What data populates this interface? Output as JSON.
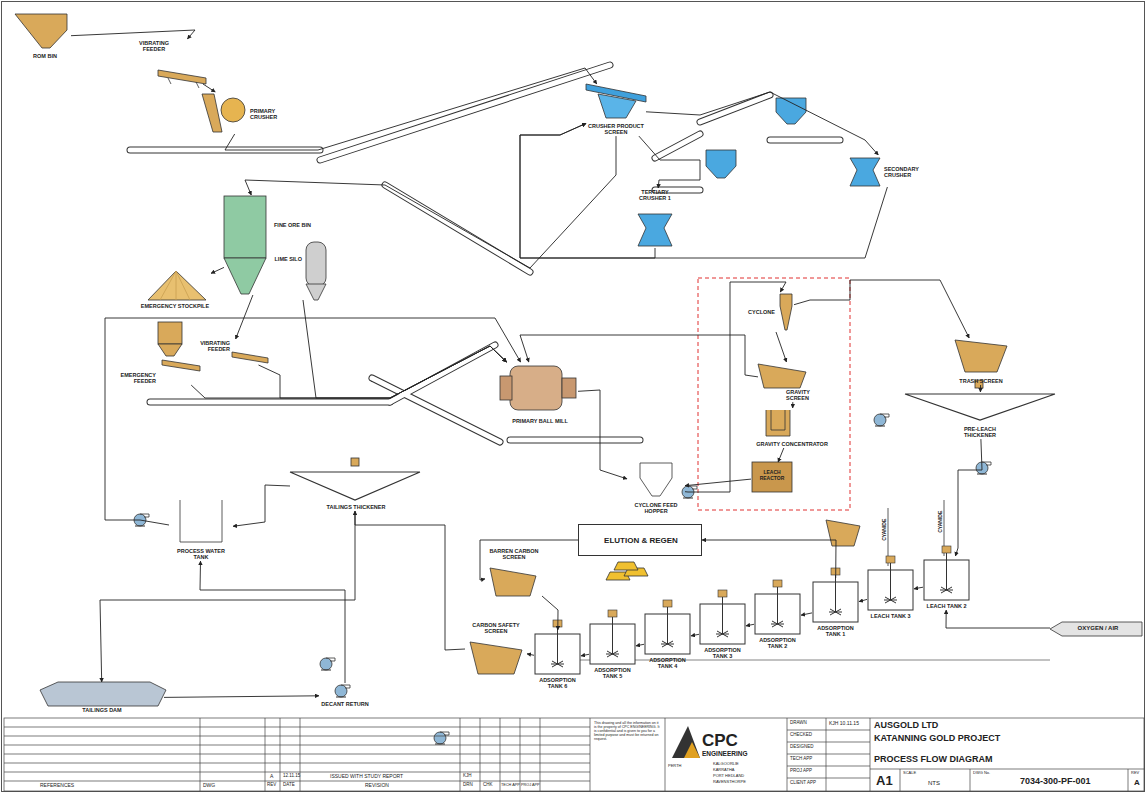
{
  "diagram": {
    "nodes": [
      {
        "text": [
          "ROM BIN"
        ]
      },
      {
        "text": [
          "VIBRATING FEEDER"
        ]
      },
      {
        "text": [
          "PRIMARY CRUSHER"
        ]
      },
      {
        "text": [
          "CRUSHER PRODUCT SCREEN"
        ]
      },
      {
        "text": [
          "SECONDARY CRUSHER"
        ]
      },
      {
        "text": [
          "TERTIARY CRUSHER 1"
        ]
      },
      {
        "text": [
          "FINE ORE BIN"
        ]
      },
      {
        "text": [
          "EMERGENCY STOCKPILE"
        ]
      },
      {
        "text": [
          "LIME SILO"
        ]
      },
      {
        "text": [
          "EMERGENCY FEEDER"
        ]
      },
      {
        "text": [
          "VIBRATING FEEDER"
        ]
      },
      {
        "text": [
          "PRIMARY BALL MILL"
        ]
      },
      {
        "text": [
          "CYCLONE FEED HOPPER"
        ]
      },
      {
        "text": [
          "CYCLONE"
        ]
      },
      {
        "text": [
          "GRAVITY SCREEN"
        ]
      },
      {
        "text": [
          "GRAVITY CONCENTRATOR"
        ]
      },
      {
        "text": [
          "LEACH REACTOR"
        ]
      },
      {
        "text": [
          "TRASH SCREEN"
        ]
      },
      {
        "text": [
          "PRE-LEACH THICKENER"
        ]
      },
      {
        "text": [
          "PROCESS WATER TANK"
        ]
      },
      {
        "text": [
          "TAILINGS THICKENER"
        ]
      },
      {
        "text": [
          "TAILINGS DAM"
        ]
      },
      {
        "text": [
          "DECANT RETURN"
        ]
      },
      {
        "text": [
          "ELUTION & REGEN"
        ]
      },
      {
        "text": [
          "BARREN CARBON SCREEN"
        ]
      },
      {
        "text": [
          "CARBON SAFETY SCREEN"
        ]
      },
      {
        "text": [
          "ADSORPTION TANK 6"
        ]
      },
      {
        "text": [
          "ADSORPTION TANK 5"
        ]
      },
      {
        "text": [
          "ADSORPTION TANK 4"
        ]
      },
      {
        "text": [
          "ADSORPTION TANK 3"
        ]
      },
      {
        "text": [
          "ADSORPTION TANK 2"
        ]
      },
      {
        "text": [
          "ADSORPTION TANK 1"
        ]
      },
      {
        "text": [
          "LEACH TANK 3"
        ]
      },
      {
        "text": [
          "LEACH TANK 2"
        ]
      },
      {
        "text": [
          "OXYGEN / AIR"
        ]
      }
    ],
    "edges": [
      {
        "from": 0,
        "to": 1,
        "arrow": "to"
      },
      {
        "from": 1,
        "to": 2,
        "arrow": "to"
      },
      {
        "from": 2,
        "to": 3,
        "arrow": "to"
      },
      {
        "from": 3,
        "to": 4,
        "arrow": "to"
      },
      {
        "from": 3,
        "to": 5,
        "arrow": "to"
      },
      {
        "from": 4,
        "to": 3,
        "arrow": "to"
      },
      {
        "from": 5,
        "to": 3,
        "arrow": "to"
      },
      {
        "from": 3,
        "to": 6,
        "arrow": "to"
      },
      {
        "from": 6,
        "to": 7,
        "arrow": "to"
      },
      {
        "from": 6,
        "to": 10,
        "arrow": "to"
      },
      {
        "from": 10,
        "to": 11,
        "arrow": "to"
      },
      {
        "from": 9,
        "to": 11,
        "arrow": "to"
      },
      {
        "from": 8,
        "to": 11,
        "arrow": "to"
      },
      {
        "from": 11,
        "to": 12,
        "arrow": "to"
      },
      {
        "from": 12,
        "to": 13,
        "arrow": "to"
      },
      {
        "from": 13,
        "to": 14,
        "arrow": "to"
      },
      {
        "from": 14,
        "to": 11,
        "arrow": "to"
      },
      {
        "from": 13,
        "to": 17,
        "arrow": "to"
      },
      {
        "from": 14,
        "to": 15,
        "arrow": "to"
      },
      {
        "from": 15,
        "to": 16,
        "arrow": "to"
      },
      {
        "from": 16,
        "to": 12,
        "arrow": "to"
      },
      {
        "from": 17,
        "to": 18,
        "arrow": "to"
      },
      {
        "from": 18,
        "to": 33,
        "arrow": "to"
      },
      {
        "from": 33,
        "to": 32,
        "arrow": "to"
      },
      {
        "from": 32,
        "to": 31,
        "arrow": "to"
      },
      {
        "from": 31,
        "to": 30,
        "arrow": "to"
      },
      {
        "from": 30,
        "to": 29,
        "arrow": "to"
      },
      {
        "from": 29,
        "to": 28,
        "arrow": "to"
      },
      {
        "from": 28,
        "to": 27,
        "arrow": "to"
      },
      {
        "from": 27,
        "to": 26,
        "arrow": "to"
      },
      {
        "from": 26,
        "to": 25,
        "arrow": "to"
      },
      {
        "from": 25,
        "to": 20,
        "arrow": "to"
      },
      {
        "from": 20,
        "to": 19,
        "arrow": "to"
      },
      {
        "from": 20,
        "to": 21,
        "arrow": "to"
      },
      {
        "from": 21,
        "to": 22,
        "arrow": "to"
      },
      {
        "from": 22,
        "to": 19,
        "arrow": "to"
      },
      {
        "from": 19,
        "to": 11,
        "arrow": "to"
      },
      {
        "from": 31,
        "to": 23,
        "arrow": "to"
      },
      {
        "from": 23,
        "to": 24,
        "arrow": "to"
      },
      {
        "from": 24,
        "to": 26,
        "arrow": "to"
      },
      {
        "from": 34,
        "to": 33,
        "arrow": "to"
      }
    ],
    "labels": [
      "CYANIDE",
      "CYANIDE",
      "REFERENCES",
      "DWG",
      "REV",
      "DATE",
      "REVISION",
      "DRN",
      "CHK",
      "TECH APP",
      "PROJ APP",
      "A",
      "12.11.15",
      "ISSUED WITH STUDY REPORT",
      "KJH",
      "This drawing and all the information on it is the property of CPC ENGINEERING. It is confidential and is given to you for a limited purpose and must be returned on request.",
      "CPC",
      "ENGINEERING",
      "PERTH",
      "KALGOORLIE",
      "KARRATHA",
      "PORT HEDLAND",
      "RAVENSTHORPE",
      "DRAWN",
      "CHECKED",
      "DESIGNED",
      "TECH APP",
      "PROJ APP",
      "CLIENT APP",
      "KJH 10.11.15",
      "AUSGOLD LTD",
      "KATANNING GOLD PROJECT",
      "PROCESS FLOW DIAGRAM",
      "A1",
      "SCALE",
      "NTS",
      "DWG No.",
      "7034-300-PF-001",
      "REV",
      "A"
    ]
  }
}
